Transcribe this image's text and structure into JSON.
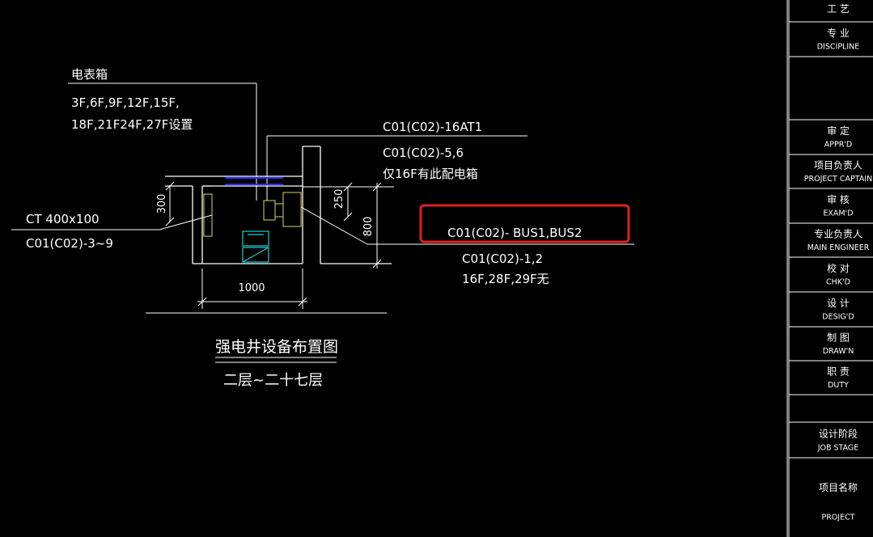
{
  "labels": {
    "meter_box": "电表箱",
    "meter_floors_1": "3F,6F,9F,12F,15F,",
    "meter_floors_2": "18F,21F24F,27F设置",
    "at1": "C01(C02)-16AT1",
    "cab_56": "C01(C02)-5,6",
    "cab_56_note": "仅16F有此配电箱",
    "ct": "CT 400x100",
    "c3_9": "C01(C02)-3~9",
    "bus": "C01(C02)- BUS1,BUS2",
    "c12": "C01(C02)-1,2",
    "c12_note": "16F,28F,29F无",
    "title": "强电井设备布置图",
    "subtitle": "二层~二十七层"
  },
  "dims": {
    "d300": "300",
    "d250": "250",
    "d800": "800",
    "d1000": "1000"
  },
  "highlight_color": "#e02020",
  "title_block": [
    {
      "cn": "工  艺",
      "en": ""
    },
    {
      "cn": "专  业",
      "en": "DISCIPLINE"
    },
    {
      "cn": "",
      "en": ""
    },
    {
      "cn": "审  定",
      "en": "APPR'D"
    },
    {
      "cn": "项目负责人",
      "en": "PROJECT CAPTAIN"
    },
    {
      "cn": "审  核",
      "en": "EXAM'D"
    },
    {
      "cn": "专业负责人",
      "en": "MAIN ENGINEER"
    },
    {
      "cn": "校  对",
      "en": "CHK'D"
    },
    {
      "cn": "设  计",
      "en": "DESIG'D"
    },
    {
      "cn": "制  图",
      "en": "DRAW'N"
    },
    {
      "cn": "职  责",
      "en": "DUTY"
    },
    {
      "cn": "",
      "en": ""
    },
    {
      "cn": "设计阶段",
      "en": "JOB STAGE"
    },
    {
      "cn": "项目名称",
      "en": "PROJECT"
    }
  ]
}
